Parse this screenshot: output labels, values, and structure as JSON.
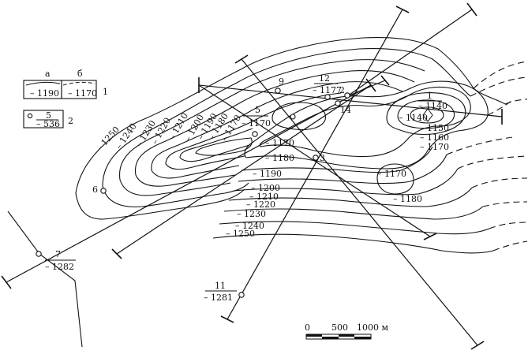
{
  "legend": {
    "col_a": "а",
    "col_b": "б",
    "item1_number": "1",
    "item1_value_a": "– 1190",
    "item1_value_b": "– 1170",
    "item2_number": "2",
    "item2_top": "5",
    "item2_bottom": "– 536"
  },
  "wells": [
    {
      "id": "9",
      "top": "9",
      "bottom": ""
    },
    {
      "id": "12",
      "top": "12",
      "bottom": "– 1177"
    },
    {
      "id": "2",
      "top": "2",
      "bottom": ""
    },
    {
      "id": "14",
      "top": "14",
      "bottom": ""
    },
    {
      "id": "1",
      "top": "1",
      "bottom": "– 1140"
    },
    {
      "id": "5",
      "top": "5",
      "bottom": "– 1170"
    },
    {
      "id": "3",
      "top": "3",
      "bottom": ""
    },
    {
      "id": "6",
      "top": "6",
      "bottom": ""
    },
    {
      "id": "7",
      "top": "7",
      "bottom": "– 1282"
    },
    {
      "id": "11",
      "top": "11",
      "bottom": "– 1281"
    },
    {
      "id": "unnamed",
      "top": "",
      "bottom": ""
    }
  ],
  "contour_labels": {
    "c1140": "– 1140",
    "c1150": "– 1150",
    "c1160": "– 1160",
    "c1170e": "– 1170",
    "c1170c": "– 1170",
    "c1170s": "– 1170",
    "c1180a": "– 1180",
    "c1180b": "– 1180",
    "c1190": "– 1190",
    "c1200": "– 1200",
    "c1210": "– 1210",
    "c1220": "– 1220",
    "c1230": "– 1230",
    "c1240": "– 1240",
    "c1250": "– 1250",
    "w1250": "– 1250",
    "w1240": "– 1240",
    "w1230": "– 1230",
    "w1220": "– 1220",
    "w1210": "– 1210",
    "w1200": "– 1200",
    "w1190": "– 1190",
    "w1180": "– 1180",
    "w1170": "– 1170"
  },
  "scale": {
    "t0": "0",
    "t500": "500",
    "t1000": "1000 м"
  }
}
